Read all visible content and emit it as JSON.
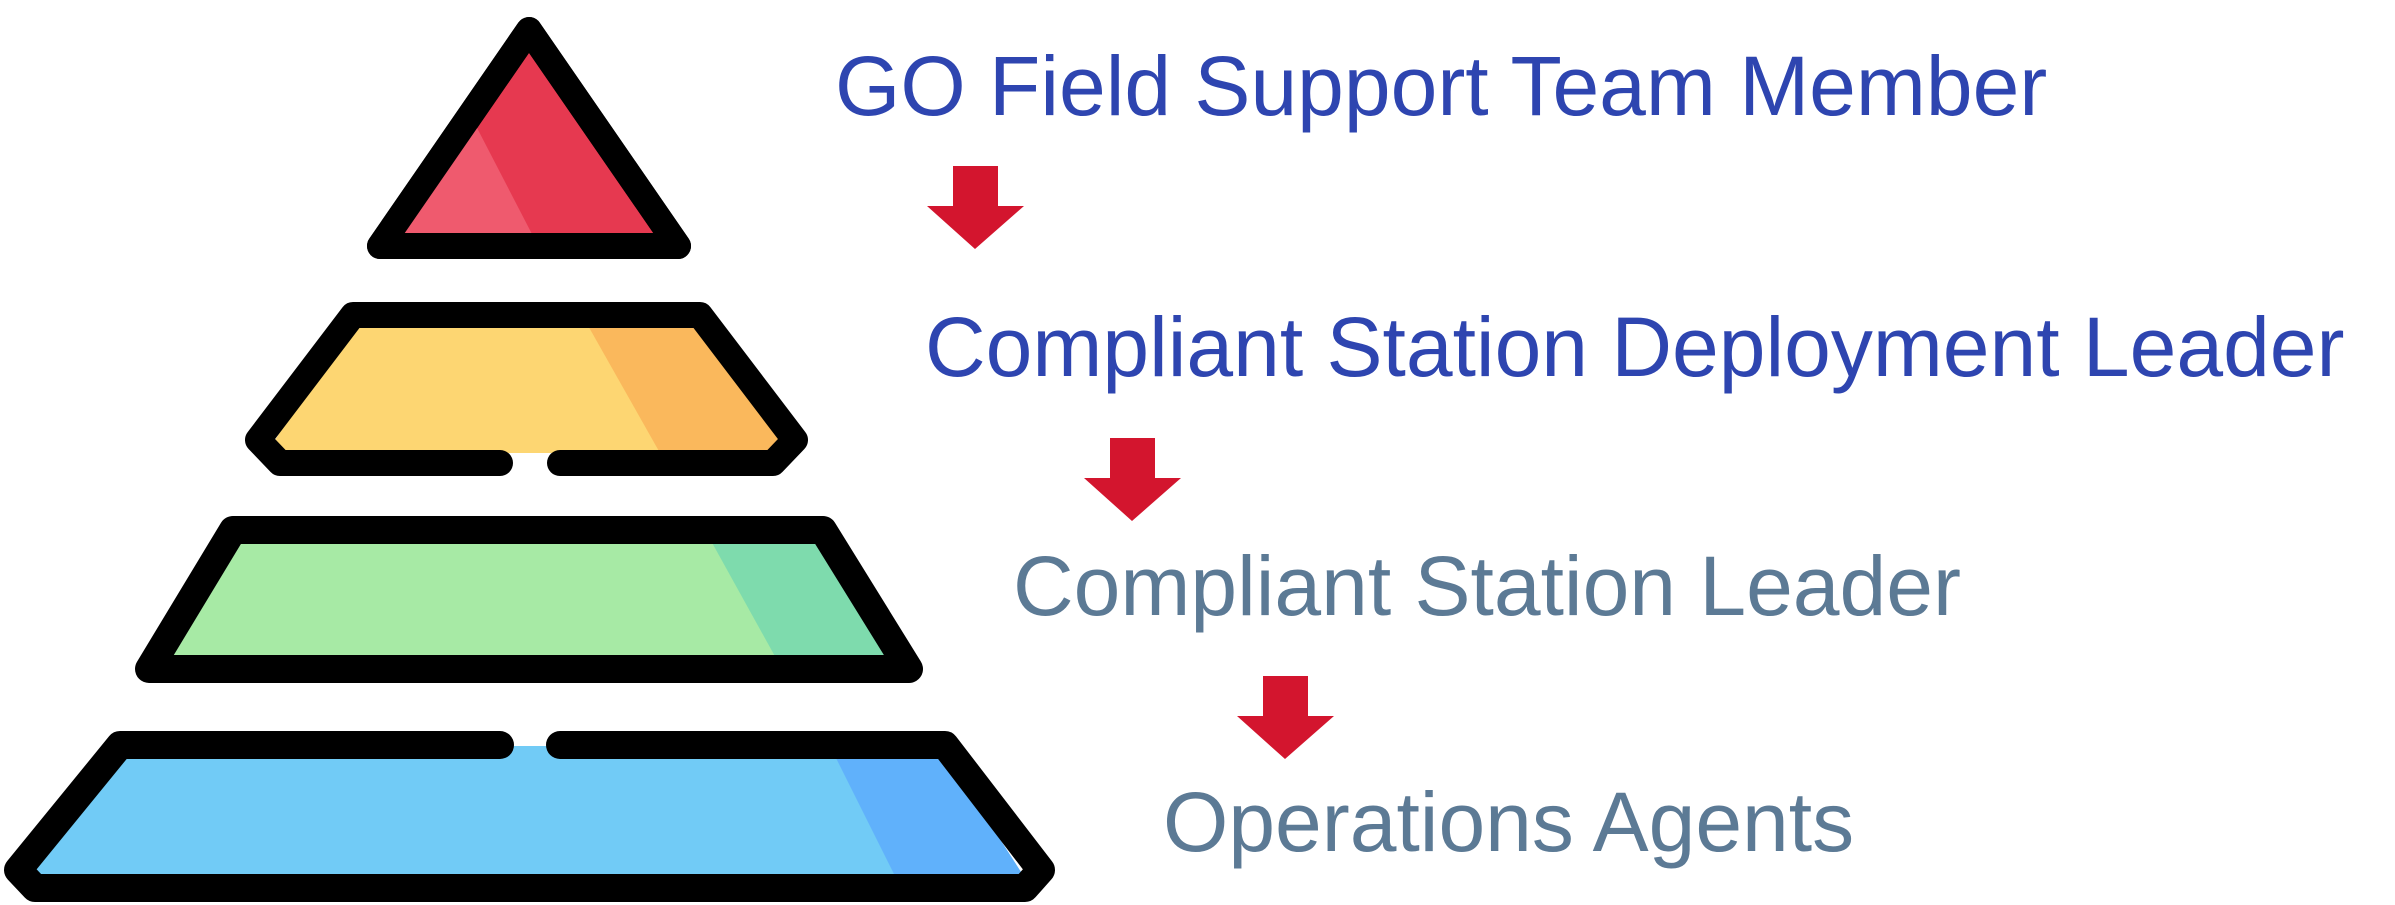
{
  "hierarchy": {
    "levels": [
      {
        "label": "GO Field Support Team Member",
        "text_color": "#2e45b0",
        "fill": "#e63950",
        "shade": "#ef5a6e"
      },
      {
        "label": "Compliant Station Deployment Leader",
        "text_color": "#2e45b0",
        "fill": "#fdd672",
        "shade": "#fab85c"
      },
      {
        "label": "Compliant Station Leader",
        "text_color": "#5c7a95",
        "fill": "#a7eaa5",
        "shade": "#7edbad"
      },
      {
        "label": "Operations Agents",
        "text_color": "#5c7a95",
        "fill": "#71cbf6",
        "shade": "#60b1fb"
      }
    ],
    "arrow_color": "#d3152e",
    "outline_color": "#000000"
  }
}
